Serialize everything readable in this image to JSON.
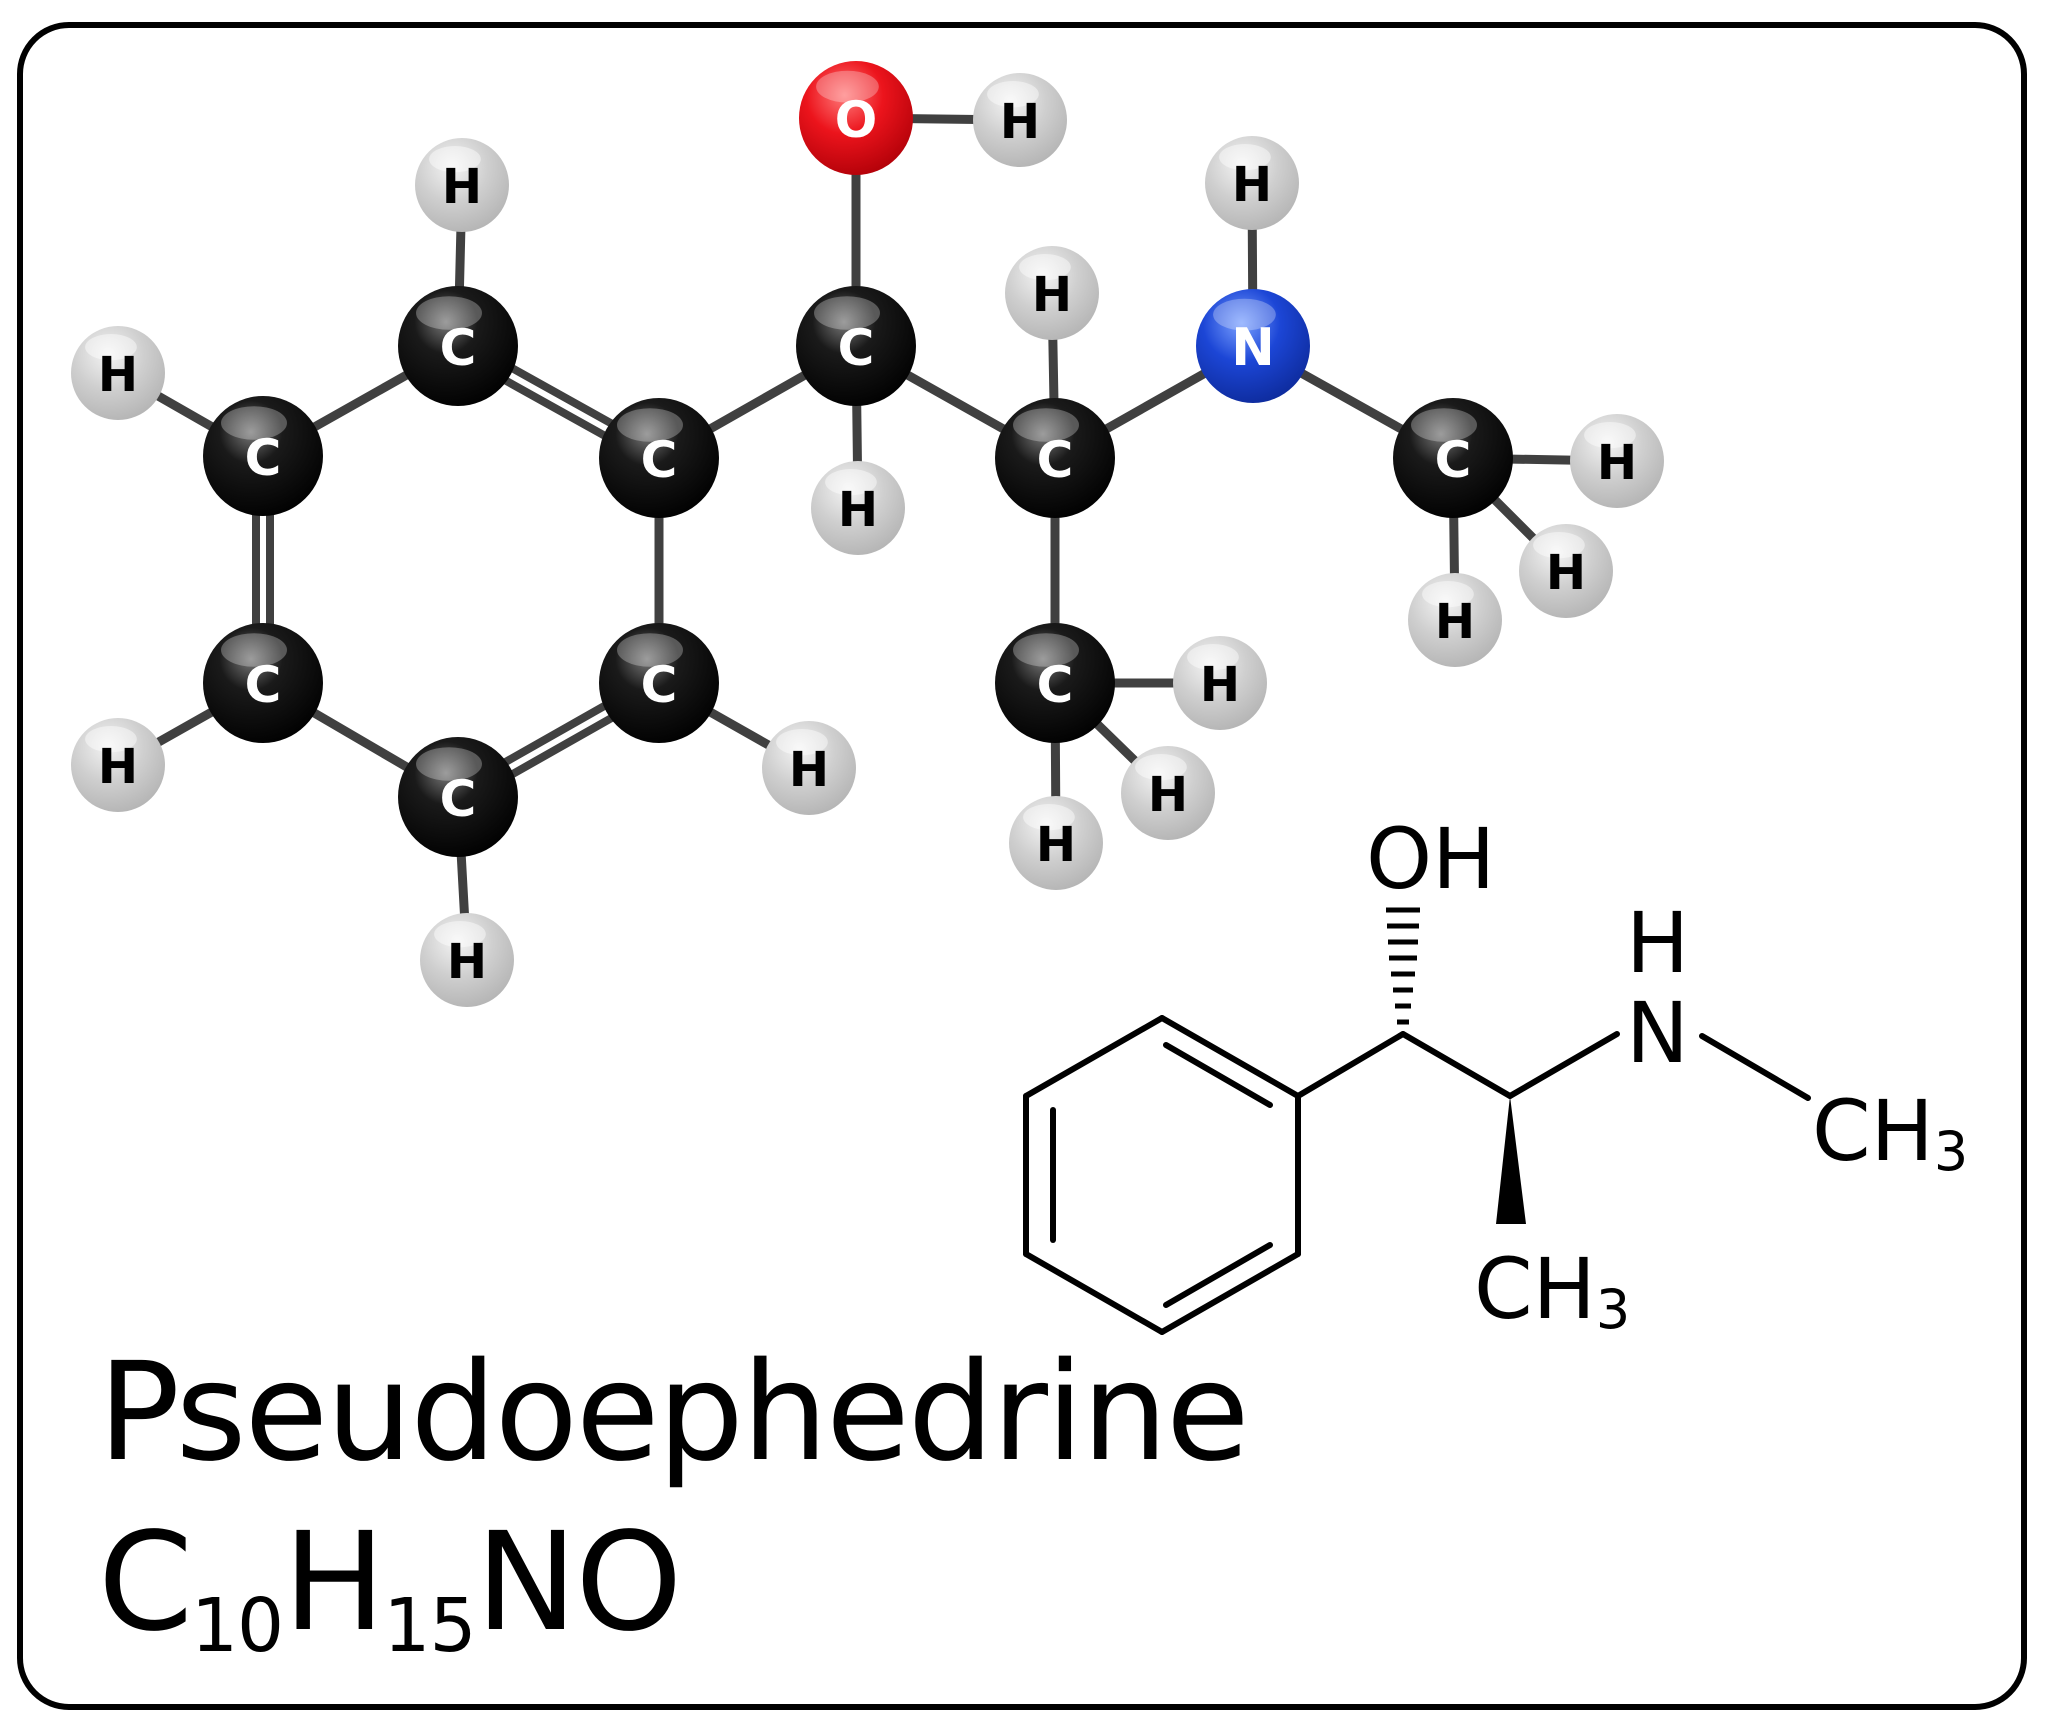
{
  "title": "Pseudoephedrine",
  "formula": {
    "parts": [
      {
        "text": "C",
        "sub": "10"
      },
      {
        "text": "H",
        "sub": "15"
      },
      {
        "text": "NO",
        "sub": ""
      }
    ]
  },
  "colors": {
    "carbon": "#000000",
    "hydrogen": "#c9c9c9",
    "oxygen": "#e8141c",
    "nitrogen": "#1c46d6",
    "bond": "#404040",
    "frame": "#000000"
  },
  "ball_and_stick": {
    "atoms": [
      {
        "id": "c1",
        "element": "C",
        "label": "C"
      },
      {
        "id": "c2",
        "element": "C",
        "label": "C"
      },
      {
        "id": "c3",
        "element": "C",
        "label": "C"
      },
      {
        "id": "c4",
        "element": "C",
        "label": "C"
      },
      {
        "id": "c5",
        "element": "C",
        "label": "C"
      },
      {
        "id": "c6",
        "element": "C",
        "label": "C"
      },
      {
        "id": "c7",
        "element": "C",
        "label": "C"
      },
      {
        "id": "c8",
        "element": "C",
        "label": "C"
      },
      {
        "id": "c9",
        "element": "C",
        "label": "C"
      },
      {
        "id": "c10",
        "element": "C",
        "label": "C"
      },
      {
        "id": "o1",
        "element": "O",
        "label": "O"
      },
      {
        "id": "n1",
        "element": "N",
        "label": "N"
      },
      {
        "id": "h1",
        "element": "H",
        "label": "H"
      },
      {
        "id": "h2",
        "element": "H",
        "label": "H"
      },
      {
        "id": "h3",
        "element": "H",
        "label": "H"
      },
      {
        "id": "h4",
        "element": "H",
        "label": "H"
      },
      {
        "id": "h5",
        "element": "H",
        "label": "H"
      },
      {
        "id": "h6",
        "element": "H",
        "label": "H"
      },
      {
        "id": "h7",
        "element": "H",
        "label": "H"
      },
      {
        "id": "h8",
        "element": "H",
        "label": "H"
      },
      {
        "id": "h9",
        "element": "H",
        "label": "H"
      },
      {
        "id": "h10",
        "element": "H",
        "label": "H"
      },
      {
        "id": "h11",
        "element": "H",
        "label": "H"
      },
      {
        "id": "h12",
        "element": "H",
        "label": "H"
      },
      {
        "id": "h13",
        "element": "H",
        "label": "H"
      },
      {
        "id": "h14",
        "element": "H",
        "label": "H"
      },
      {
        "id": "h15",
        "element": "H",
        "label": "H"
      }
    ],
    "bonds": [
      [
        "c1",
        "c2",
        1
      ],
      [
        "c2",
        "c3",
        2
      ],
      [
        "c3",
        "c4",
        1
      ],
      [
        "c4",
        "c5",
        2
      ],
      [
        "c5",
        "c6",
        1
      ],
      [
        "c6",
        "c1",
        2
      ],
      [
        "c1",
        "h1",
        1
      ],
      [
        "c2",
        "h2",
        1
      ],
      [
        "c4",
        "h3",
        1
      ],
      [
        "c5",
        "h4",
        1
      ],
      [
        "c6",
        "h5",
        1
      ],
      [
        "c3",
        "c7",
        1
      ],
      [
        "c7",
        "o1",
        1
      ],
      [
        "o1",
        "h6",
        1
      ],
      [
        "c7",
        "h7",
        1
      ],
      [
        "c7",
        "c8",
        1
      ],
      [
        "c8",
        "h8",
        1
      ],
      [
        "c8",
        "n1",
        1
      ],
      [
        "n1",
        "h9",
        1
      ],
      [
        "n1",
        "c10",
        1
      ],
      [
        "c10",
        "h13",
        1
      ],
      [
        "c10",
        "h14",
        1
      ],
      [
        "c10",
        "h15",
        1
      ],
      [
        "c8",
        "c9",
        1
      ],
      [
        "c9",
        "h10",
        1
      ],
      [
        "c9",
        "h11",
        1
      ],
      [
        "c9",
        "h12",
        1
      ]
    ]
  },
  "skeletal": {
    "labels": [
      {
        "id": "oh",
        "text": "OH",
        "sub": ""
      },
      {
        "id": "h",
        "text": "H",
        "sub": ""
      },
      {
        "id": "n",
        "text": "N",
        "sub": ""
      },
      {
        "id": "ch3_n",
        "text": "CH",
        "sub": "3"
      },
      {
        "id": "ch3_c",
        "text": "CH",
        "sub": "3"
      }
    ]
  }
}
